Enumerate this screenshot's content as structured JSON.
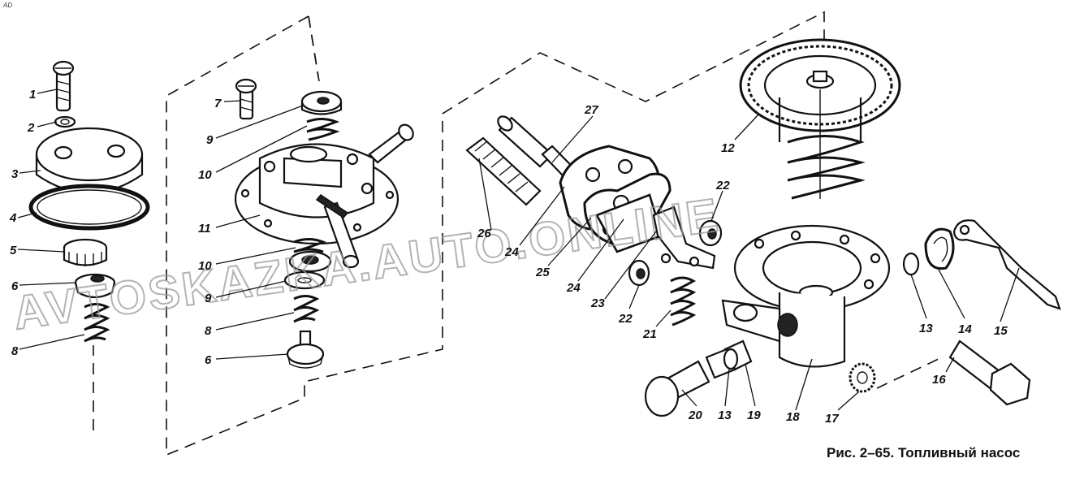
{
  "corner_mark": "AD",
  "caption": "Рис. 2–65. Топливный насос",
  "watermark": "AVTOSKAZKA.AUTO.ONLINE",
  "labels": {
    "l1": "1",
    "l2": "2",
    "l3": "3",
    "l4": "4",
    "l5": "5",
    "l6a": "6",
    "l8a": "8",
    "l7": "7",
    "l9a": "9",
    "l10a": "10",
    "l11": "11",
    "l10b": "10",
    "l9b": "9",
    "l8b": "8",
    "l6b": "6",
    "l27": "27",
    "l26": "26",
    "l24a": "24",
    "l25": "25",
    "l24b": "24",
    "l23": "23",
    "l22a": "22",
    "l22b": "22",
    "l21": "21",
    "l12": "12",
    "l13a": "13",
    "l14": "14",
    "l15": "15",
    "l16": "16",
    "l17": "17",
    "l18": "18",
    "l19": "19",
    "l13b": "13",
    "l20": "20"
  },
  "colors": {
    "ink": "#111111",
    "paper": "#ffffff",
    "watermark": "#9a9a9a"
  }
}
